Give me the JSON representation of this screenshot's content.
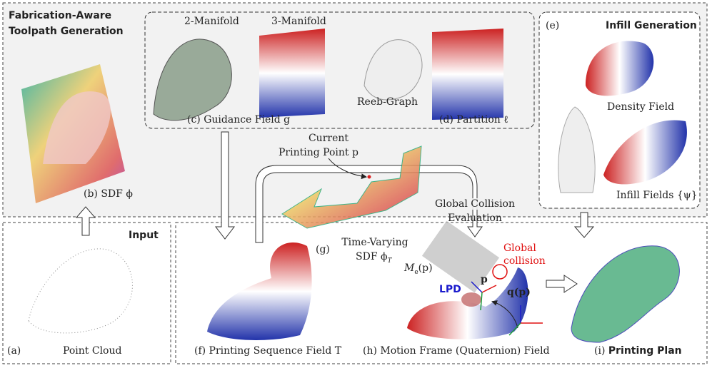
{
  "top_panel": {
    "title_line1": "Fabrication-Aware",
    "title_line2": "Toolpath Generation"
  },
  "guidance": {
    "label_2m": "2-Manifold",
    "label_3m": "3-Manifold",
    "label_reeb": "Reeb-Graph",
    "caption_c": "(c) Guidance Field g",
    "caption_d": "(d) Partition ℓ"
  },
  "sdf": {
    "caption": "(b) SDF ϕ"
  },
  "infill": {
    "tag": "(e)",
    "title": "Infill Generation",
    "density": "Density Field",
    "fields": "Infill Fields {ψ}"
  },
  "current_point": {
    "line1": "Current",
    "line2": "Printing Point p"
  },
  "collision": {
    "line1": "Global Collision",
    "line2": "Evaluation",
    "red1": "Global",
    "red2": "collision"
  },
  "input": {
    "title": "Input",
    "tag": "(a)",
    "caption": "Point Cloud"
  },
  "sdf_t": {
    "tag": "(g)",
    "line1": "Time-Varying",
    "line2": "SDF ϕ",
    "sub": "T"
  },
  "motion": {
    "me": "M",
    "me_sub": "e",
    "me_arg": "(p)",
    "lpd": "LPD",
    "p": "p",
    "qp": "q(p)"
  },
  "captions": {
    "f": "(f) Printing Sequence Field T",
    "h": "(h) Motion Frame (Quaternion) Field",
    "i_tag": "(i)",
    "i_text": "Printing Plan"
  },
  "colors": {
    "red": "#d42020",
    "blue": "#2233aa",
    "panel_bg": "#f2f2f2",
    "collision_red": "#e01010",
    "lpd_blue": "#1a1acc"
  }
}
